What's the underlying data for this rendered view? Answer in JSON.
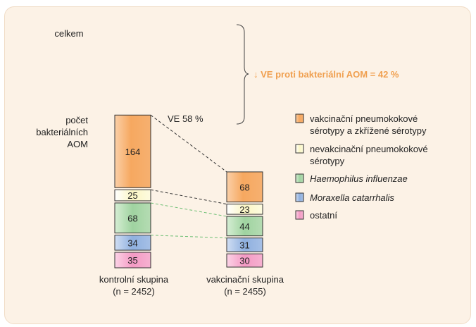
{
  "chart_data": {
    "type": "bar",
    "stacked": true,
    "categories": [
      {
        "line1": "kontrolní skupina",
        "line2": "(n = 2452)"
      },
      {
        "line1": "vakcinační skupina",
        "line2": "(n = 2455)"
      }
    ],
    "series": [
      {
        "name": "vakcinační pneumokokové sérotypy a zkřížené sérotypy",
        "legend_line1": "vakcinační pneumokokové",
        "legend_line2": "sérotypy a zkřížené sérotypy",
        "values": [
          164,
          68
        ],
        "color": "#f6a860"
      },
      {
        "name": "nevakcinační pneumokokové sérotypy",
        "legend_line1": "nevakcinační pneumokokové",
        "legend_line2": "sérotypy",
        "values": [
          25,
          23
        ],
        "color": "#fdfbd8"
      },
      {
        "name": "Haemophilus influenzae",
        "legend_line1": "Haemophilus influenzae",
        "legend_line2": "",
        "italic": true,
        "values": [
          68,
          44
        ],
        "color": "#9fd3a0"
      },
      {
        "name": "Moraxella catarrhalis",
        "legend_line1": "Moraxella catarrhalis",
        "legend_line2": "",
        "italic": true,
        "values": [
          34,
          31
        ],
        "color": "#8fb0df"
      },
      {
        "name": "ostatní",
        "legend_line1": "ostatní",
        "legend_line2": "",
        "values": [
          35,
          30
        ],
        "color": "#f49ac4"
      }
    ],
    "annotations": {
      "celkem": "celkem",
      "ylabel": [
        "počet",
        "bakteriálních",
        "AOM"
      ],
      "ve_total": "↓ VE proti bakteriální AOM = 42 %",
      "ve_vaccine": "VE 58 %"
    },
    "accent_color": "#f0a050"
  }
}
